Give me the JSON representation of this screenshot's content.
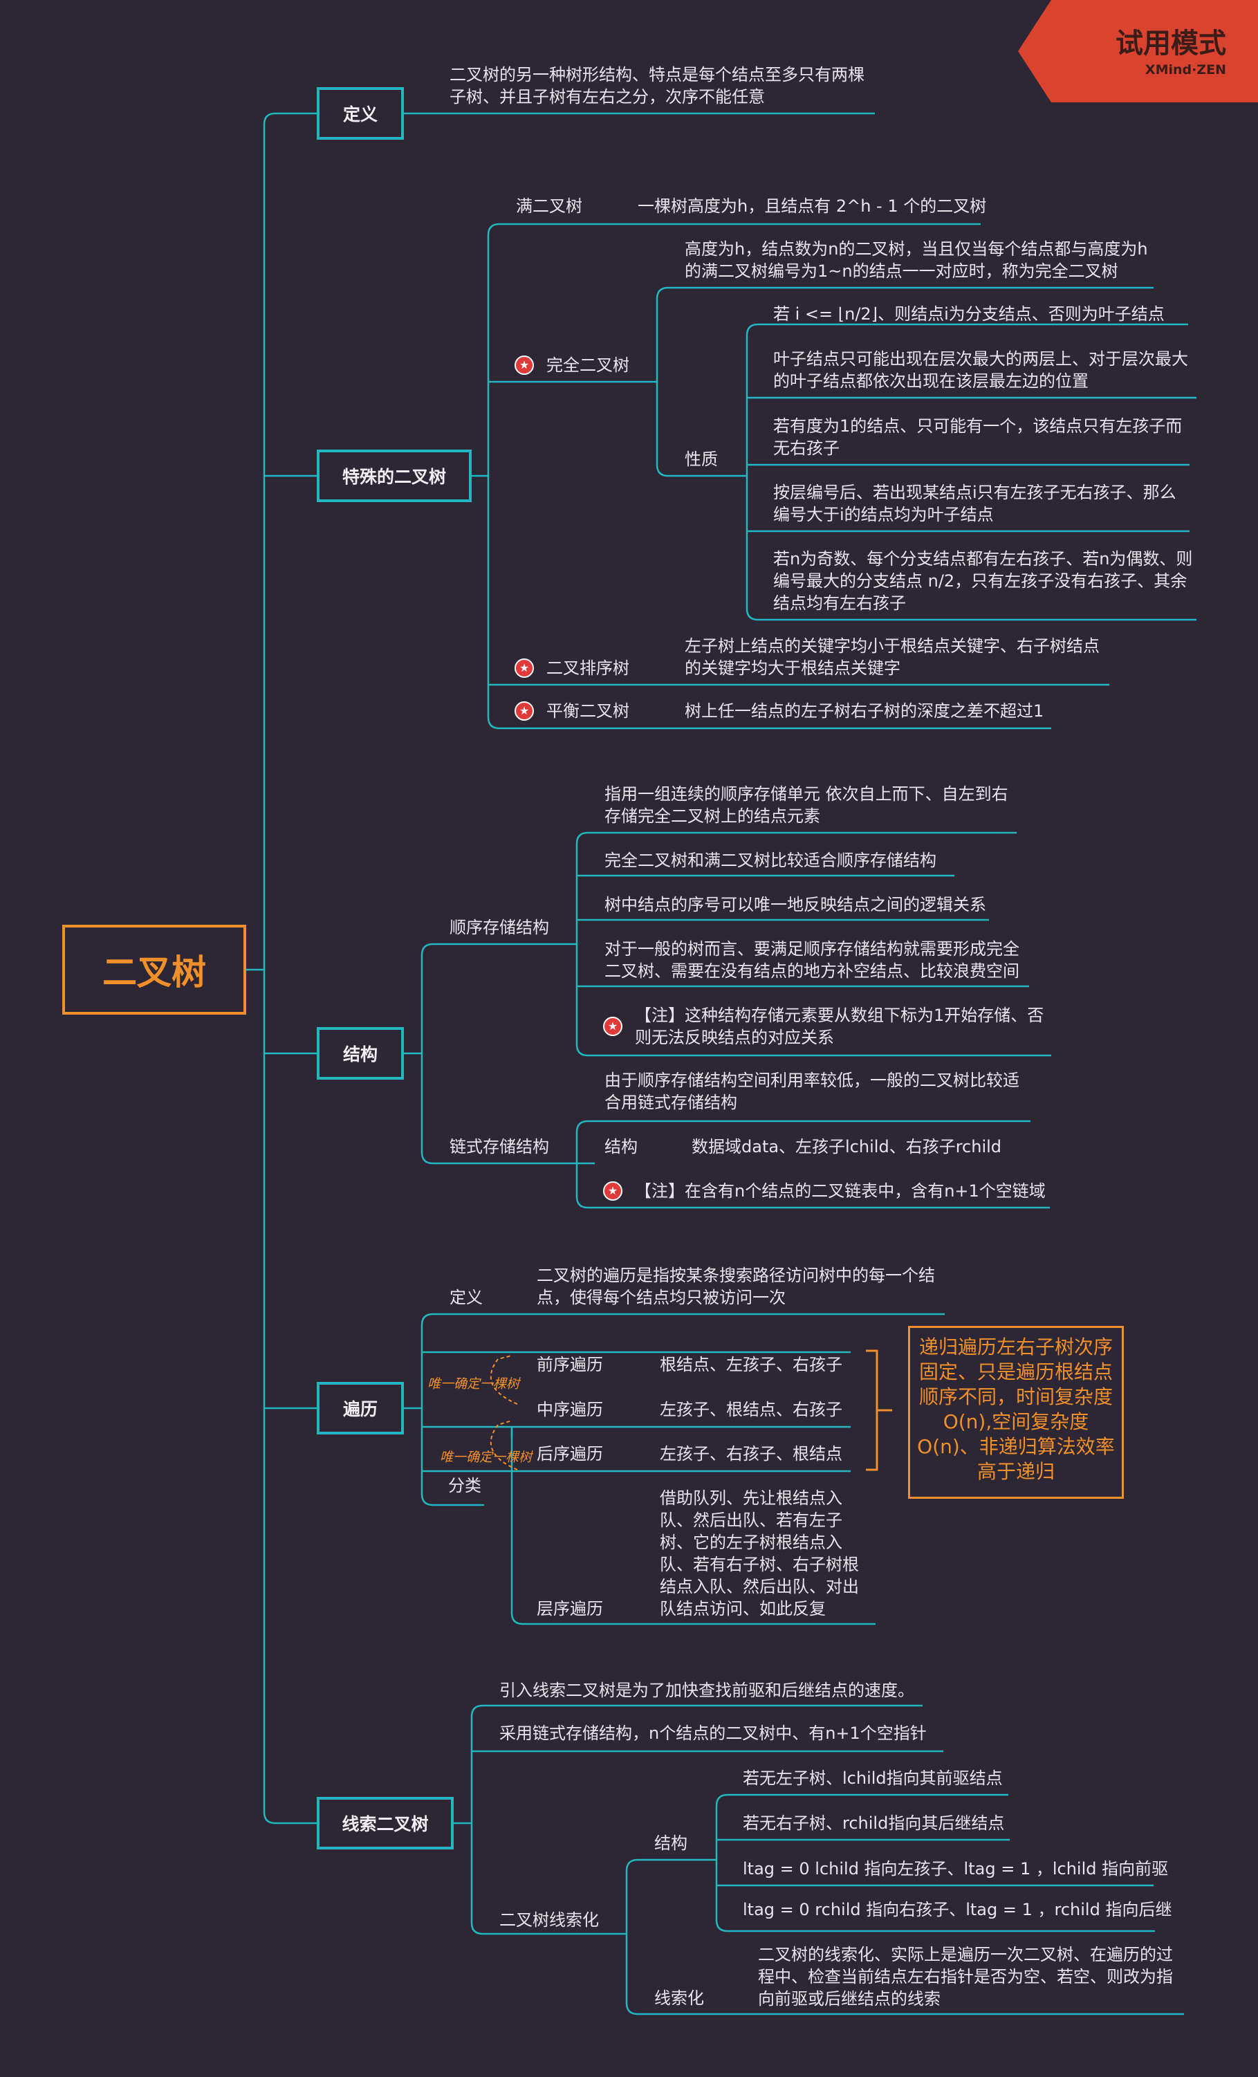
{
  "watermark": {
    "title": "试用模式",
    "brand": "XMind·ZEN"
  },
  "root": "二叉树",
  "definition": {
    "label": "定义",
    "text": "二叉树的另一种树形结构、特点是每个结点至多只有两棵子树、并且子树有左右之分，次序不能任意"
  },
  "special": {
    "label": "特殊的二叉树",
    "full": {
      "label": "满二叉树",
      "text": "一棵树高度为h，且结点有 2^h - 1 个的二叉树"
    },
    "complete": {
      "label": "完全二叉树",
      "text": "高度为h，结点数为n的二叉树，当且仅当每个结点都与高度为h的满二叉树编号为1~n的结点一一对应时，称为完全二叉树",
      "props_label": "性质",
      "props": [
        "若 i  <=  ⌊n/2⌋、则结点i为分支结点、否则为叶子结点",
        "叶子结点只可能出现在层次最大的两层上、对于层次最大的叶子结点都依次出现在该层最左边的位置",
        "若有度为1的结点、只可能有一个，该结点只有左孩子而无右孩子",
        "按层编号后、若出现某结点i只有左孩子无右孩子、那么编号大于i的结点均为叶子结点",
        "若n为奇数、每个分支结点都有左右孩子、若n为偶数、则编号最大的分支结点 n/2，只有左孩子没有右孩子、其余结点均有左右孩子"
      ]
    },
    "bst": {
      "label": "二叉排序树",
      "text": "左子树上结点的关键字均小于根结点关键字、右子树结点的关键字均大于根结点关键字"
    },
    "avl": {
      "label": "平衡二叉树",
      "text": "树上任一结点的左子树右子树的深度之差不超过1"
    }
  },
  "structure": {
    "label": "结构",
    "seq": {
      "label": "顺序存储结构",
      "items": [
        "指用一组连续的顺序存储单元 依次自上而下、自左到右存储完全二叉树上的结点元素",
        "完全二叉树和满二叉树比较适合顺序存储结构",
        "树中结点的序号可以唯一地反映结点之间的逻辑关系",
        "对于一般的树而言、要满足顺序存储结构就需要形成完全二叉树、需要在没有结点的地方补空结点、比较浪费空间",
        "【注】这种结构存储元素要从数组下标为1开始存储、否则无法反映结点的对应关系"
      ]
    },
    "linked": {
      "label": "链式存储结构",
      "intro": "由于顺序存储结构空间利用率较低，一般的二叉树比较适合用链式存储结构",
      "struct_label": "结构",
      "struct_text": "数据域data、左孩子lchild、右孩子rchild",
      "note": "【注】在含有n个结点的二叉链表中，含有n+1个空链域"
    }
  },
  "traversal": {
    "label": "遍历",
    "def_label": "定义",
    "def_text": "二叉树的遍历是指按某条搜索路径访问树中的每一个结点，使得每个结点均只被访问一次",
    "class_label": "分类",
    "pre": {
      "label": "前序遍历",
      "text": "根结点、左孩子、右孩子"
    },
    "in": {
      "label": "中序遍历",
      "text": "左孩子、根结点、右孩子"
    },
    "post": {
      "label": "后序遍历",
      "text": "左孩子、右孩子、根结点"
    },
    "level": {
      "label": "层序遍历",
      "text": "借助队列、先让根结点入队、然后出队、若有左子树、它的左子树根结点入队、若有右子树、右子树根结点入队、然后出队、对出队结点访问、如此反复"
    },
    "unique1": "唯一确定一棵树",
    "unique2": "唯一确定一棵树",
    "note": "递归遍历左右子树次序固定、只是遍历根结点顺序不同，时间复杂度O(n),空间复杂度O(n)、非递归算法效率高于递归"
  },
  "threaded": {
    "label": "线索二叉树",
    "item1": "引入线索二叉树是为了加快查找前驱和后继结点的速度。",
    "item2": "采用链式存储结构，n个结点的二叉树中、有n+1个空指针",
    "threading_label": "二叉树线索化",
    "struct_label": "结构",
    "struct_items": [
      "若无左子树、lchild指向其前驱结点",
      "若无右子树、rchild指向其后继结点",
      "ltag  = 0   lchild 指向左孩子、ltag  = 1 ，lchild 指向前驱",
      "ltag  = 0   rchild 指向右孩子、ltag  = 1 ，rchild 指向后继"
    ],
    "threading_sub_label": "线索化",
    "threading_text": "二叉树的线索化、实际上是遍历一次二叉树、在遍历的过程中、检查当前结点左右指针是否为空、若空、则改为指向前驱或后继结点的线索"
  },
  "colors": {
    "line": "#21b8c0",
    "accent": "#f0902a",
    "background": "#2d2634",
    "star": "#e23a3a",
    "watermark": "#d9432f"
  }
}
